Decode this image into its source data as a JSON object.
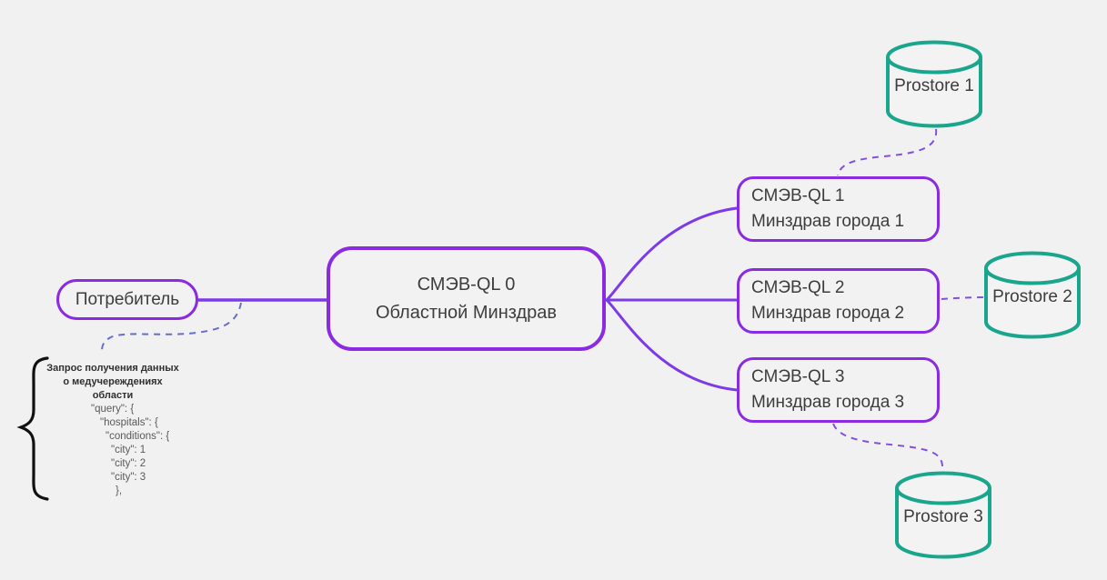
{
  "diagram": {
    "type": "architecture-diagram",
    "colors": {
      "background": "#f2f1f2",
      "node_border_purple": "#8A2BE2",
      "connector_purple": "#7C3AE8",
      "database_teal": "#1AA68C",
      "dashed_link_purple": "#8250DC",
      "annotation_leader_blue": "#646EC8",
      "node_text": "#3d3d3d",
      "annotation_code_text": "#595959"
    }
  },
  "nodes": {
    "consumer": {
      "label": "Потребитель"
    },
    "central": {
      "line1": "СМЭВ-QL 0",
      "line2": "Областной Минздрав"
    },
    "cities": [
      {
        "line1": "СМЭВ-QL 1",
        "line2": "Минздрав города 1"
      },
      {
        "line1": "СМЭВ-QL 2",
        "line2": "Минздрав города 2"
      },
      {
        "line1": "СМЭВ-QL 3",
        "line2": "Минздрав города 3"
      }
    ]
  },
  "databases": [
    {
      "label": "Prostore 1"
    },
    {
      "label": "Prostore 2"
    },
    {
      "label": "Prostore 3"
    }
  ],
  "annotation": {
    "title_lines": [
      "Запрос получения данных",
      "о медучереждениях",
      "области"
    ],
    "code_lines": [
      "\"query\": {",
      "\"hospitals\": {",
      "\"conditions\": {",
      "\"city\": 1",
      "\"city\": 2",
      "\"city\": 3",
      "},"
    ]
  }
}
